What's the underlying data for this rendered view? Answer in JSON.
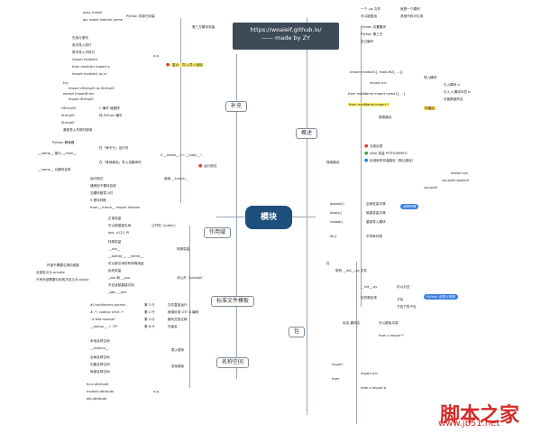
{
  "banner": {
    "line1": "https://woaielf.github.io/",
    "line2": "—— made by ZY"
  },
  "center": "模块",
  "branches": {
    "buchong": "补充",
    "gainian": "概述",
    "zuoyongyu": "作用域",
    "mokuai_muban": "标准文件模板",
    "mingming": "名称空间",
    "bao": "包"
  },
  "left_top": {
    "install": [
      "easy_install",
      "pip install module_name"
    ],
    "install_tag": "Python 内部已封装",
    "install_group": "第三方模块安装",
    "import_group": "导入",
    "import_lines": [
      "先执行语句",
      "首次导入执行",
      "再次导入不执行",
      "import module1",
      "from module1 import a",
      "import module1 as m",
      "try:",
      "import cStringIO as StringIO",
      "except ImportError:",
      "import StringIO"
    ],
    "import_tag1": "e.g.",
    "import_tag2": "重点：导入/导入错误",
    "cstringio": [
      "cStringIO",
      "StringIO",
      "StringIO"
    ],
    "cstringio_notes": [
      "C 编写 速度快",
      "纯 Python 编写",
      "避免导入失败时使用"
    ],
    "future": [
      "使用 __future__",
      "from __future__ import division"
    ]
  },
  "left_mid": {
    "main_lines": [
      "Python 解释器",
      "在「命令行」运行时",
      "__name__ 值为 __main__",
      "在「其他程序」导入该模块时",
      "__name__ 为模块名称"
    ],
    "main_tag": "if __name__=='__main__':",
    "test_lines": [
      "运行测试",
      "通常用于模块自测",
      "当模块被导入时",
      "if 语句判断"
    ],
    "test_tag": "运行测试"
  },
  "scope": {
    "public": [
      "正常变量",
      "可以被直接引用",
      "abc, x123, PI"
    ],
    "special": [
      "特殊变量",
      "__xxx__",
      "__author__, __name__",
      "可以被引用但有特殊用途"
    ],
    "private": [
      "私有变量",
      "_xxx 和 __xxx",
      "不应该被直接引用",
      "_abc, __abc"
    ],
    "private_note": [
      "外部不需要引用的函数",
      "全部定义为 private",
      "只有外部需要引用的才定义为 public"
    ],
    "tags": [
      "公开的（public）",
      "特殊变量",
      "非公开（private）"
    ]
  },
  "template": {
    "lines": [
      "#!/usr/bin/env python",
      "# -*- coding: utf-8 -*-",
      "' a test module '",
      "__author__ = 'ZY'"
    ],
    "notes": [
      "第 1 行",
      "第 2 行",
      "第 4 行",
      "第 6 行"
    ],
    "descs": [
      "文件直接运行",
      "使用标准 UTF-8 编码",
      "模块文档注释",
      "作者名"
    ]
  },
  "namespace": {
    "lines": [
      "本地名称空间",
      "__builtins__",
      "全局名称空间",
      "内建名称空间",
      "局部名称空间",
      "func.attribute",
      "module.attribute",
      "obj.attribute"
    ],
    "tags": [
      "载入顺序",
      "查找顺序",
      "e.g."
    ]
  },
  "right_top": {
    "module_lines": [
      "一个 .py 文件",
      "就是一个模块",
      "可以被复用",
      "其他代码可引用"
    ],
    "pkg_lines": [
      "Python 内置模块",
      "Python 第三方",
      "自己编写"
    ],
    "import_lines": [
      "import module1[, module2[, ...]]",
      "import a.b",
      "from modName import name1[, ...]",
      "from modName import *",
      "搜索路径"
    ],
    "import_tags": [
      "导入模块",
      "引入模块 a",
      "引入 a 模块中的 b",
      "可能覆盖同名",
      "不建议"
    ],
    "search": [
      "当前目录",
      "shell 变量 PYTHONPATH",
      "标准库的安装路径（默认路径）"
    ],
    "search_tag": "搜索路径",
    "sys_lines": [
      "import sys",
      "sys.path.append",
      "sys.path"
    ],
    "reload": [
      "globals()",
      "locals()",
      "reload()",
      "dir()"
    ],
    "reload_desc": [
      "全局变量字典",
      "局部变量字典",
      "重新导入模块",
      "字符串列表"
    ],
    "pill1": "函数列表"
  },
  "package": {
    "lines": [
      "包",
      "带有 __init__.py 文件",
      "__init__.py",
      "可以为空",
      "包的根目录",
      "子包",
      "子包下的子包"
    ],
    "import_lines": [
      "import",
      "from",
      "import a.b",
      "from a import b"
    ],
    "pill": "Python 包导入机制",
    "notes": [
      "包名.模块名",
      "可以避免冲突",
      "from a import *"
    ]
  },
  "watermark": {
    "title": "脚本之家",
    "url": "www.jb51.net"
  }
}
